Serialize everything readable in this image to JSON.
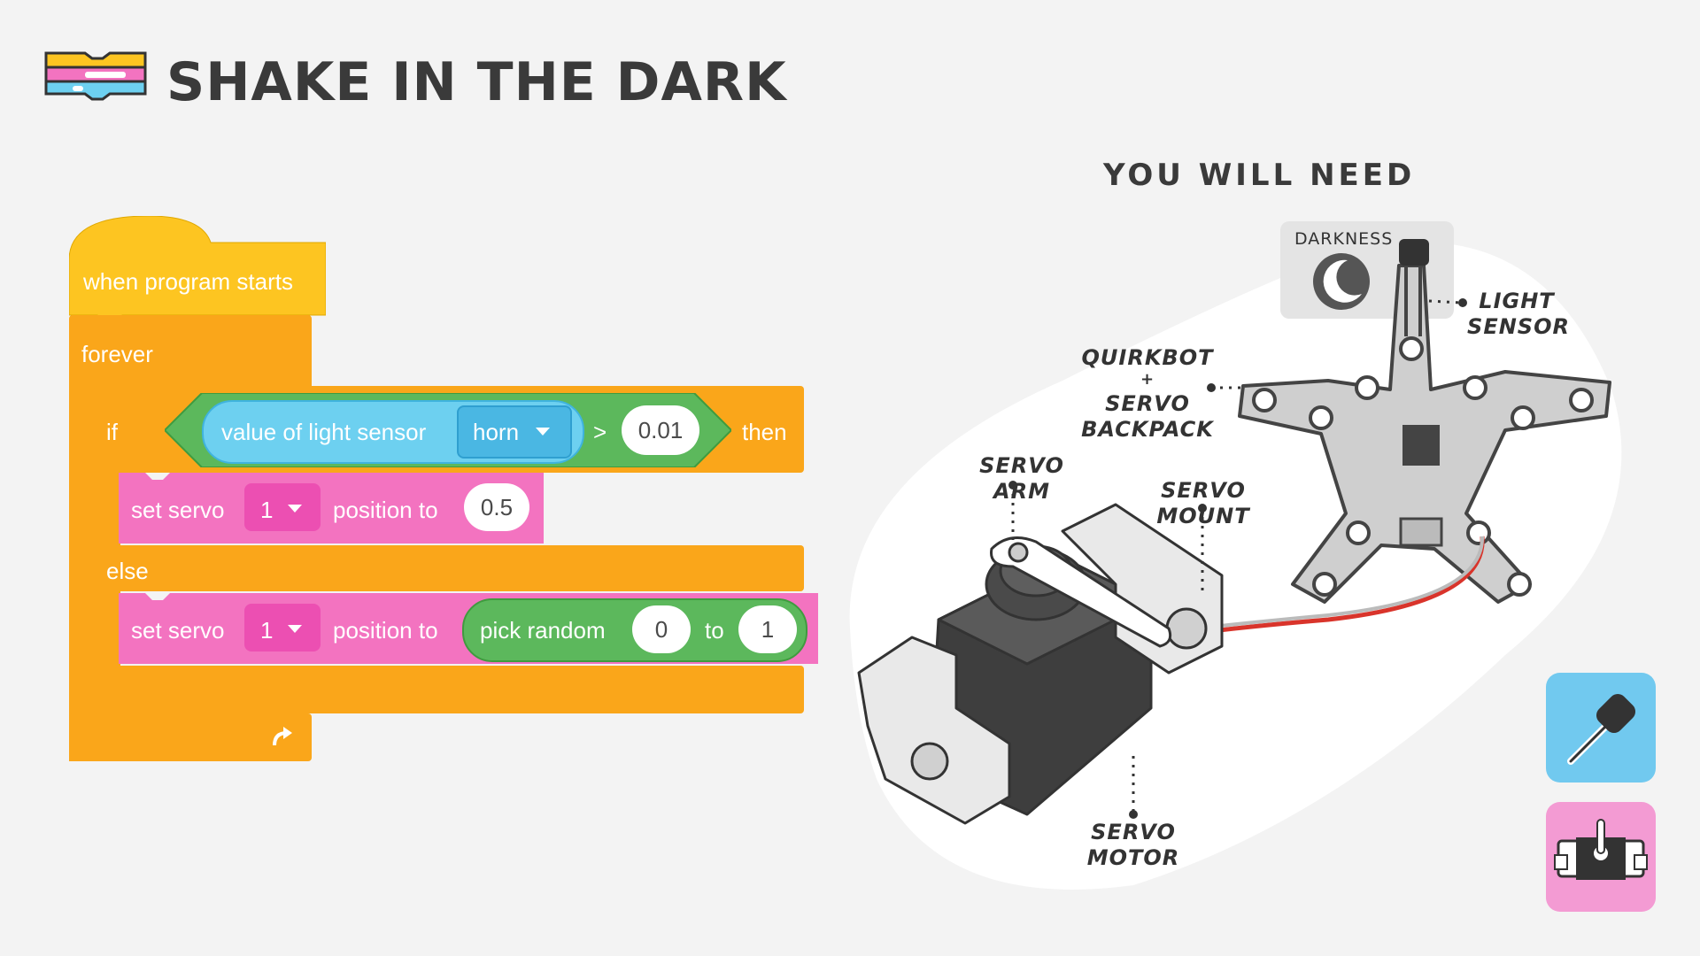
{
  "header": {
    "title": "SHAKE IN THE DARK"
  },
  "you_will_need": {
    "heading": "YOU WILL NEED"
  },
  "code": {
    "hat_label": "when program starts",
    "forever_label": "forever",
    "if_label": "if",
    "sensor_label": "value of light sensor",
    "sensor_dropdown": "horn",
    "compare_op": ">",
    "threshold": "0.01",
    "then_label": "then",
    "else_label": "else",
    "set_servo_label": "set servo",
    "servo_number": "1",
    "position_to_label": "position to",
    "position_value": "0.5",
    "pick_random_label": "pick random",
    "random_from": "0",
    "random_to_label": "to",
    "random_to": "1"
  },
  "diagram": {
    "darkness_label": "DARKNESS",
    "light_sensor_line1": "LIGHT",
    "light_sensor_line2": "SENSOR",
    "quirkbot_line1": "QUIRKBOT",
    "quirkbot_plus": "+",
    "quirkbot_line2": "SERVO",
    "quirkbot_line3": "BACKPACK",
    "servo_arm_label": "SERVO ARM",
    "servo_mount_label": "SERVO MOUNT",
    "servo_motor_label": "SERVO MOTOR"
  },
  "colors": {
    "background": "#f3f3f3",
    "control": "#faa61a",
    "event": "#fdc521",
    "servo": "#f373c0",
    "operator": "#5cb85c",
    "sensor": "#6dd0f0",
    "tile_blue": "#71c9ef",
    "tile_pink": "#f39bd3"
  },
  "icons": [
    "code-blocks-logo-icon",
    "moon-icon",
    "light-sensor-icon",
    "servo-icon",
    "loop-arrow-icon",
    "dropdown-caret-icon"
  ]
}
